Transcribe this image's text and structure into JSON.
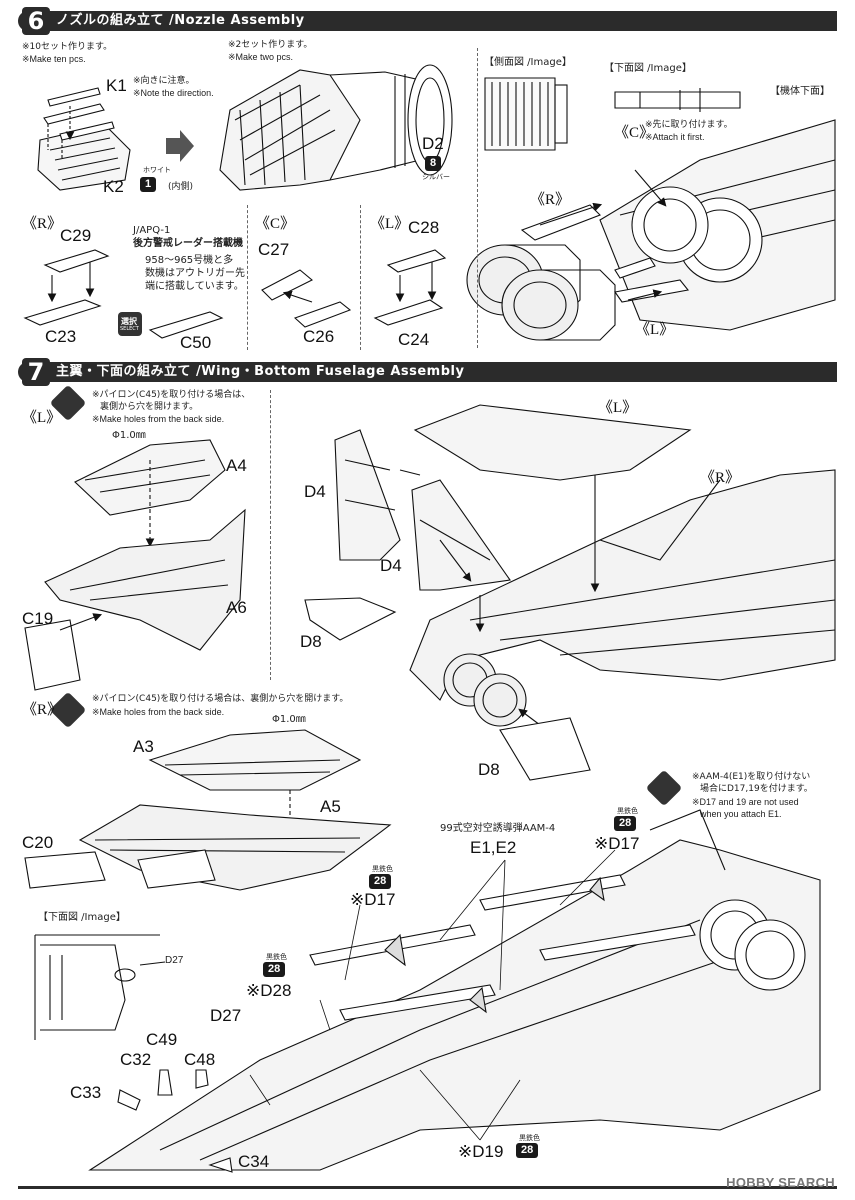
{
  "step6": {
    "number": "6",
    "title": "ノズルの組み立て /Nozzle Assembly",
    "note_ten_jp": "※10セット作ります。",
    "note_ten_en": "※Make ten pcs.",
    "note_two_jp": "※2セット作ります。",
    "note_two_en": "※Make two pcs.",
    "part_k1": "K1",
    "note_direction_jp": "※向きに注意。",
    "note_direction_en": "※Note the direction.",
    "part_k2": "K2",
    "color_white_label": "ホワイト",
    "color_white_num": "1",
    "inner_side": "(内側)",
    "part_d2": "D2",
    "color_silver_num": "8",
    "color_silver_label": "シルバー",
    "side_view_label": "【側面図 /Image】",
    "bottom_view_label": "【下面図 /Image】",
    "fuselage_bottom_label": "【機体下面】",
    "note_attach_jp": "※先に取り付けます。",
    "note_attach_en": "※Attach it first.",
    "r_label": "《R》",
    "c_label": "《C》",
    "l_label": "《L》",
    "radar_line1": "J/APQ-1",
    "radar_line2": "後方警戒レーダー搭載機",
    "radar_line3": "958～965号機と多",
    "radar_line4": "数機はアウトリガー先",
    "radar_line5": "端に搭載しています。",
    "select_badge_jp": "選択",
    "select_badge_en": "SELECT",
    "parts": {
      "c29": "C29",
      "c23": "C23",
      "c50": "C50",
      "c27": "C27",
      "c26": "C26",
      "c28": "C28",
      "c24": "C24"
    }
  },
  "step7": {
    "number": "7",
    "title": "主翼・下面の組み立て /Wing・Bottom Fuselage Assembly",
    "l_label": "《L》",
    "r_label": "《R》",
    "pylon_note_l_jp1": "※パイロン(C45)を取り付ける場合は、",
    "pylon_note_l_jp2": "裏側から穴を開けます。",
    "pylon_note_l_en": "※Make holes from the back side.",
    "hole_size": "Φ1.0㎜",
    "pylon_note_r_jp": "※パイロン(C45)を取り付ける場合は、裏側から穴を開けます。",
    "pylon_note_r_en": "※Make holes from the back side.",
    "bottom_view_label": "【下面図 /Image】",
    "aam_name": "99式空対空誘導弾AAM-4",
    "aam_note_jp1": "※AAM-4(E1)を取り付けない",
    "aam_note_jp2": "場合にD17,19を付けます。",
    "aam_note_en1": "※D17 and 19 are not used",
    "aam_note_en2": "when you attach E1.",
    "gunmetal_label": "黒鉄色",
    "gunmetal_num": "28",
    "parts": {
      "a4": "A4",
      "c19": "C19",
      "a6": "A6",
      "d4a": "D4",
      "d4b": "D4",
      "d8a": "D8",
      "d8b": "D8",
      "a3": "A3",
      "a5": "A5",
      "c20": "C20",
      "e1e2": "E1,E2",
      "d17a": "※D17",
      "d17b": "※D17",
      "d27a": "D27",
      "d27b": "D27",
      "d28": "※D28",
      "c49": "C49",
      "c32": "C32",
      "c48": "C48",
      "c33": "C33",
      "c34": "C34",
      "d19": "※D19"
    }
  },
  "watermark": "HOBBY SEARCH"
}
